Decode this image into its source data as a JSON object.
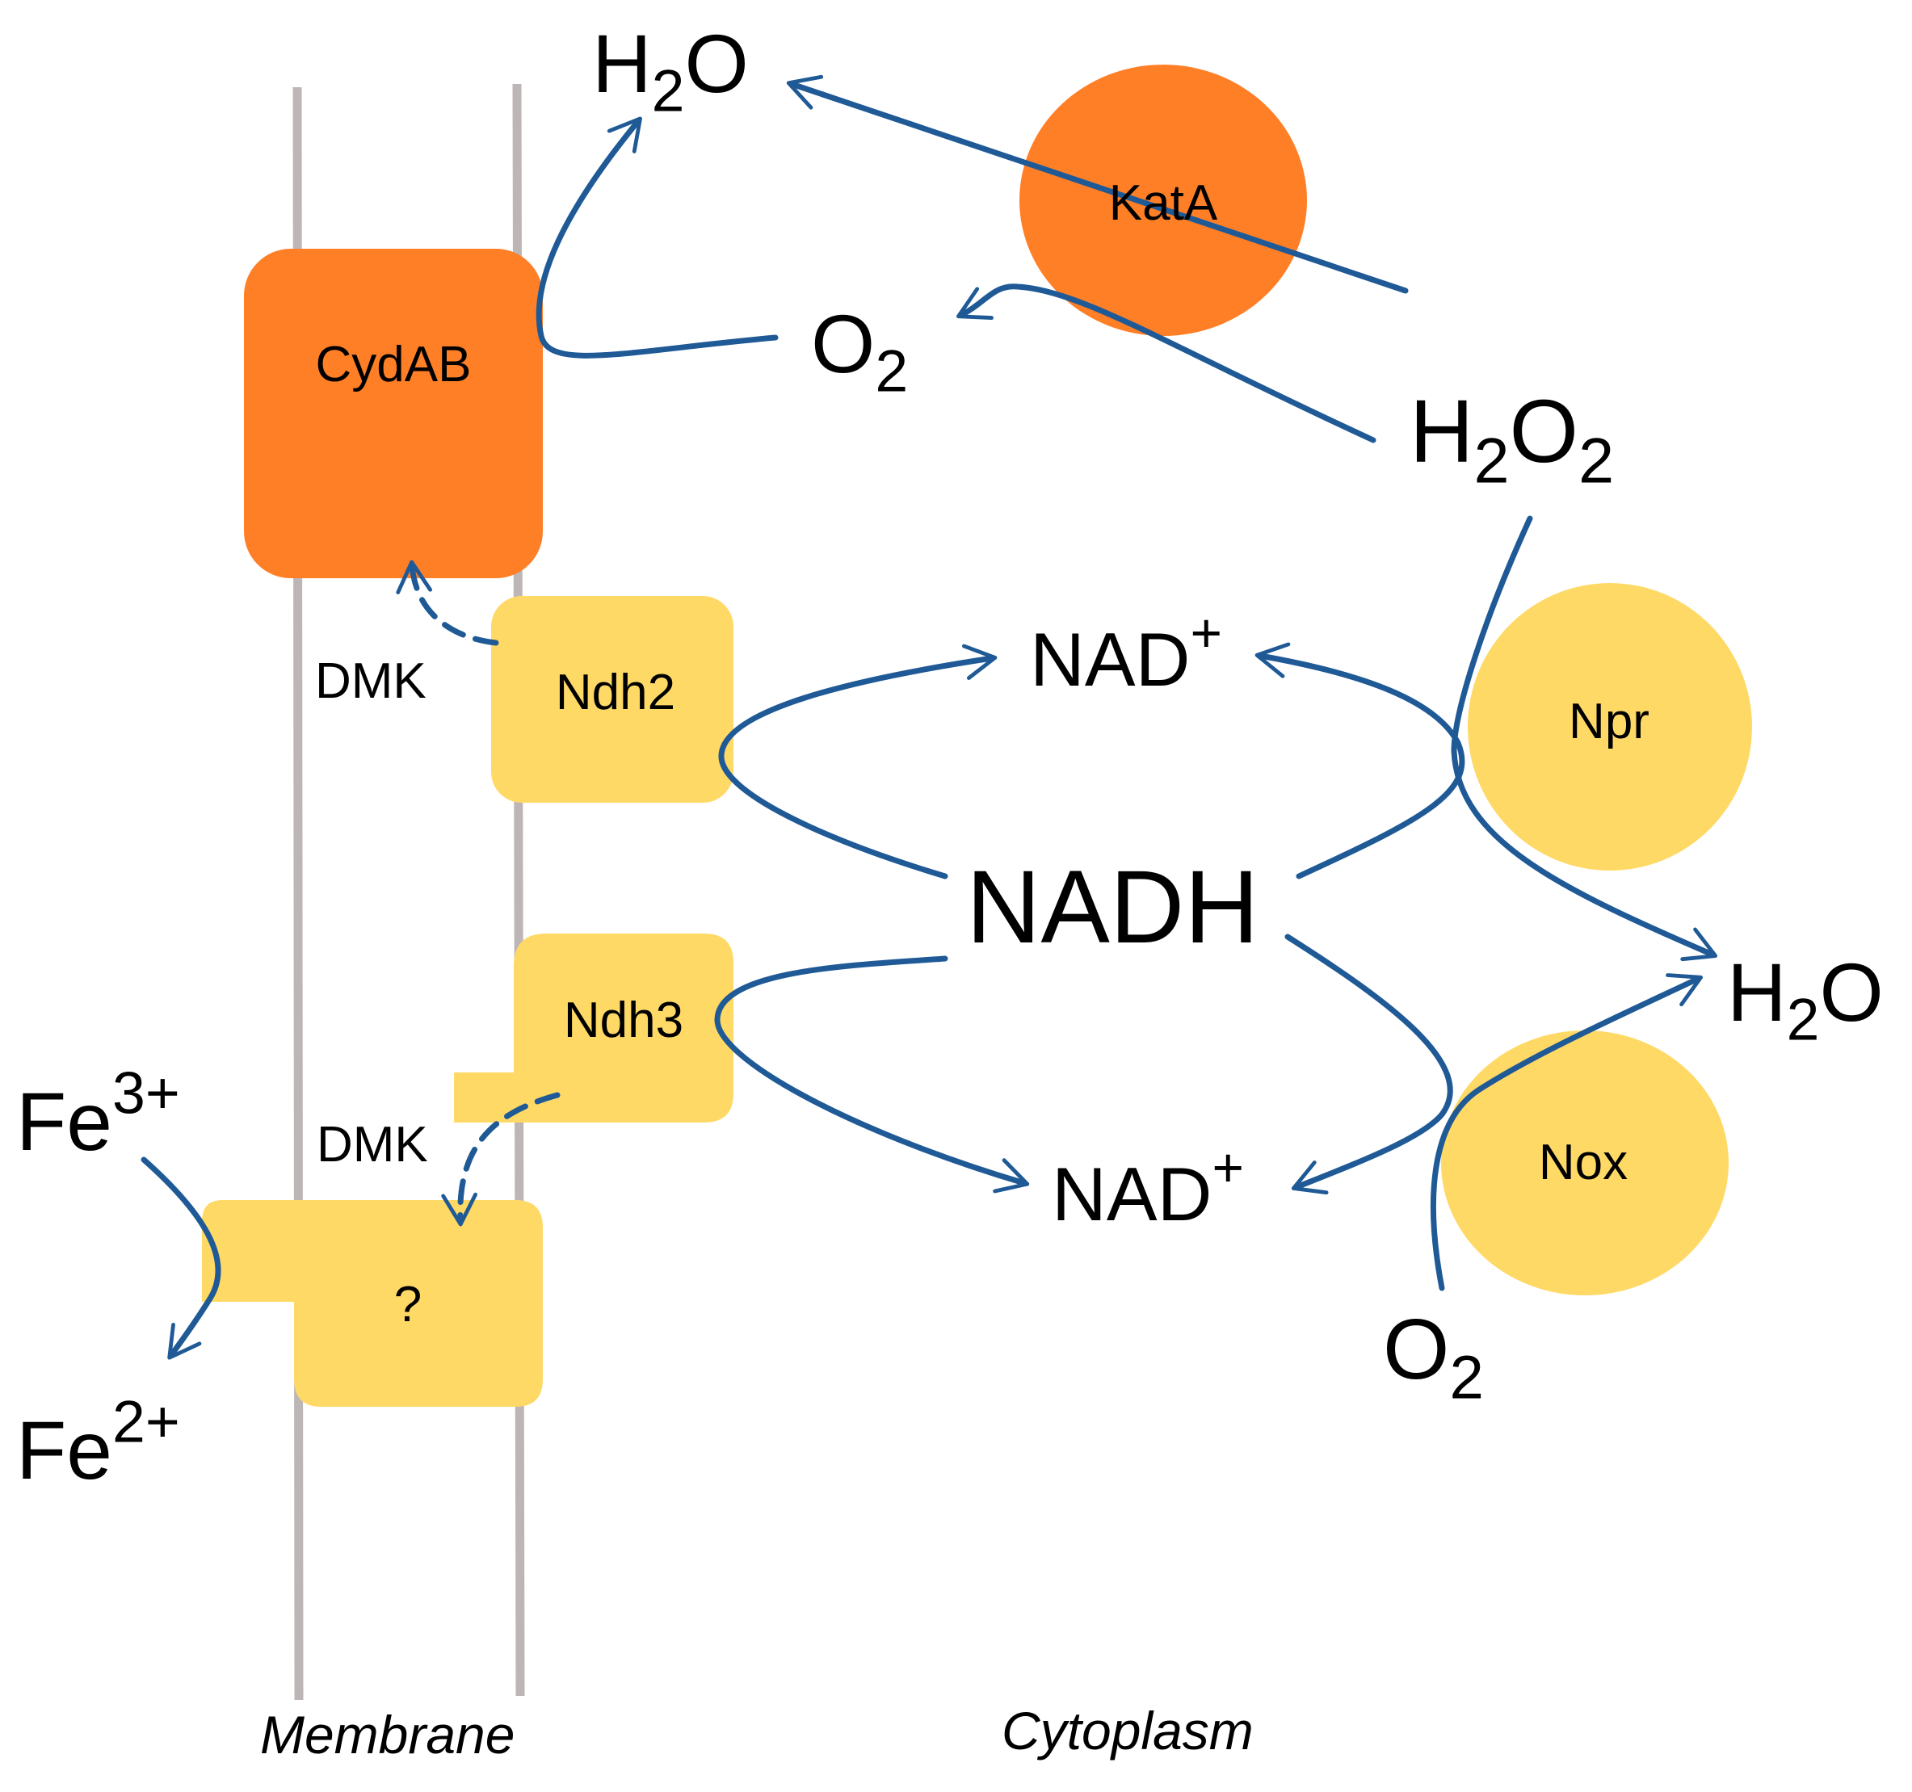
{
  "colors": {
    "orange": "#FF7F27",
    "yellow": "#FFD966",
    "arrow": "#1F5A96",
    "membrane": "#BDB6B6"
  },
  "enzymes": {
    "cydab": "CydAB",
    "kata": "KatA",
    "ndh2": "Ndh2",
    "ndh3": "Ndh3",
    "npr": "Npr",
    "nox": "Nox",
    "unknown": "?"
  },
  "labels": {
    "dmk_top": "DMK",
    "dmk_bottom": "DMK",
    "membrane": "Membrane",
    "cytoplasm": "Cytoplasm",
    "nadh": "NADH"
  },
  "chemicals": {
    "h2o_top": {
      "base": "H",
      "sub": "2",
      "tail": "O"
    },
    "o2_mid": {
      "base": "O",
      "sub": "2"
    },
    "h2o2": {
      "base": "H",
      "sub": "2",
      "mid": "O",
      "sub2": "2"
    },
    "nad_top": {
      "base": "NAD",
      "sup": "+"
    },
    "nad_bottom": {
      "base": "NAD",
      "sup": "+"
    },
    "h2o_right": {
      "base": "H",
      "sub": "2",
      "tail": "O"
    },
    "o2_bottom": {
      "base": "O",
      "sub": "2"
    },
    "fe3": {
      "base": "Fe",
      "sup": "3+"
    },
    "fe2": {
      "base": "Fe",
      "sup": "2+"
    }
  }
}
